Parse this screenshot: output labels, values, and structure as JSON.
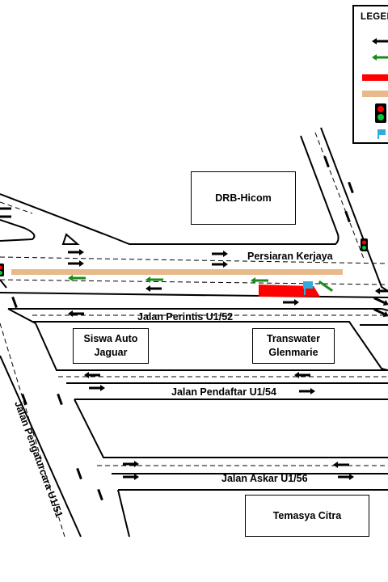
{
  "legend": {
    "title": "LEGEND",
    "items": [
      {
        "icon": "black-arrow-icon",
        "color": "#000000"
      },
      {
        "icon": "green-arrow-icon",
        "color": "#1a8a1a"
      },
      {
        "icon": "red-bar-icon",
        "color": "#ff0000"
      },
      {
        "icon": "tan-bar-icon",
        "color": "#e8b98a"
      },
      {
        "icon": "traffic-light-icon",
        "color": "#000000"
      },
      {
        "icon": "blue-flag-icon",
        "color": "#33aadd"
      }
    ]
  },
  "buildings": {
    "drb": [
      "DRB-Hicom"
    ],
    "siswa": [
      "Siswa Auto",
      "Jaguar"
    ],
    "transwater": [
      "Transwater",
      "Glenmarie"
    ],
    "temasya": [
      "Temasya Citra"
    ]
  },
  "roads": {
    "persiaran_kerjaya": "Persiaran Kerjaya",
    "jalan_perintis": "Jalan Perintis U1/52",
    "jalan_pendaftar": "Jalan Pendaftar U1/54",
    "jalan_askar": "Jalan Askar U1/56",
    "jalan_pengaturcara": "Jalan Pengaturcara U1/51"
  },
  "colors": {
    "road_line": "#000000",
    "green_arrow": "#1a8a1a",
    "red_zone": "#ff0000",
    "tan_path": "#e8b98a",
    "blue_flag": "#33aadd"
  }
}
